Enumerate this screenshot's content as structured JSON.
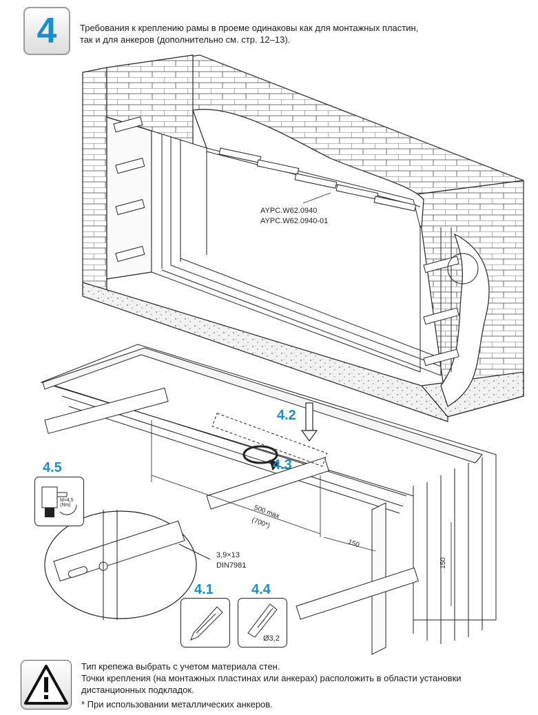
{
  "step": {
    "number": "4"
  },
  "header": {
    "line1": "Требования к креплению рамы в проеме одинаковы как для монтажных пластин,",
    "line2": "так и для анкеров (дополнительно см. стр. 12–13)."
  },
  "drawing": {
    "part_label_1": "AYPC.W62.0940",
    "part_label_2": "AYPC.W62.0940-01",
    "callouts": [
      "4.1",
      "4.2",
      "4.3",
      "4.4",
      "4.5"
    ],
    "torque_label": "M=4,5 (Nm)",
    "screw_size": "3,9×13",
    "screw_standard": "DIN7981",
    "dim_spacing": "500 max",
    "dim_spacing_alt": "(700*)",
    "dim_edge_1": "150",
    "dim_edge_2": "150",
    "drill_size": "Ø3,2"
  },
  "footer": {
    "line1": "Тип крепежа выбрать с учетом материала стен.",
    "line2": "Точки крепления (на монтажных пластинах или анкерах) расположить в области установки",
    "line3": "дистанционных подкладок.",
    "footnote": "* При использовании металлических анкеров."
  },
  "colors": {
    "accent": "#1b8fc9"
  }
}
